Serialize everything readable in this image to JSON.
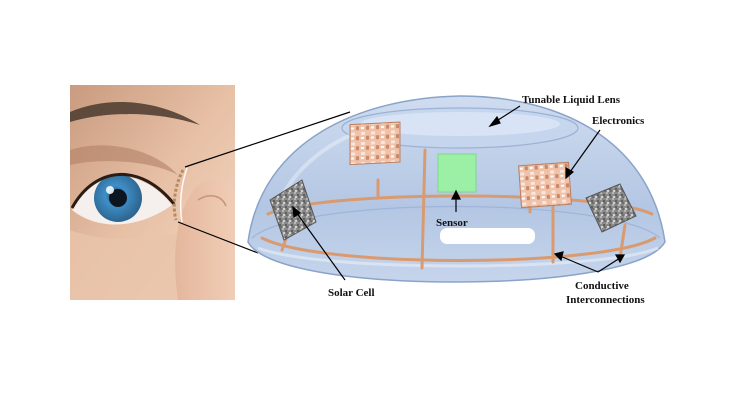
{
  "labels": {
    "tunable_lens": "Tunable Liquid Lens",
    "electronics": "Electronics",
    "sensor": "Sensor",
    "solar_cell": "Solar Cell",
    "conductive_line1": "Conductive",
    "conductive_line2": "Interconnections"
  },
  "colors": {
    "dome_fill": "#b7c9e4",
    "dome_edge": "#8aa3c9",
    "trace": "#d99a70",
    "sensor": "#9bf0a6",
    "solar_cell": "#8c8c8c",
    "electronics": "#e9b79d",
    "skin": "#e3b79b",
    "iris": "#3f8fc8"
  },
  "icons": {
    "photo": "eye-with-contact-lens-photo",
    "dome": "smart-contact-lens-dome"
  }
}
